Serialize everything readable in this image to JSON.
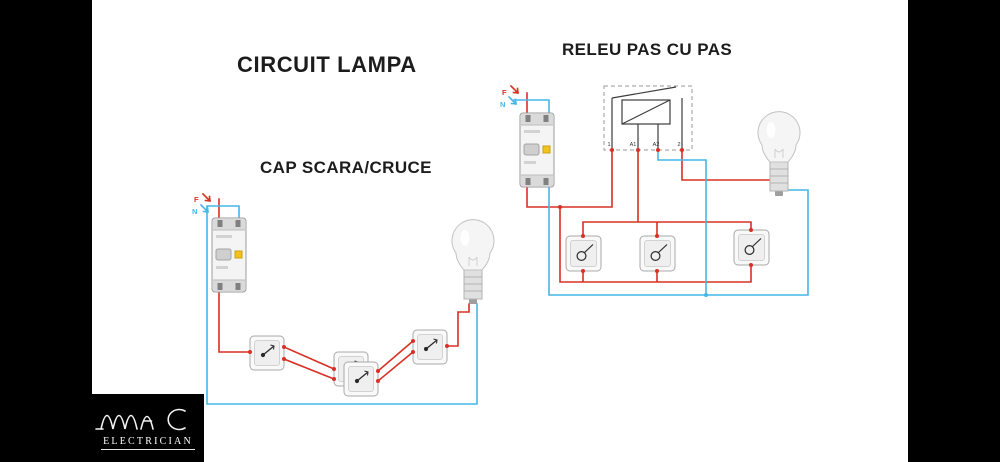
{
  "colors": {
    "background": "#000000",
    "panel": "#ffffff",
    "phase_wire_red": "#d93025",
    "neutral_wire_blue": "#45b6e8",
    "breaker_indicator_yellow": "#f2c21d"
  },
  "titles": {
    "left_main": "CIRCUIT LAMPA",
    "left_sub": "CAP SCARA/CRUCE",
    "right_main": "RELEU PAS CU PAS"
  },
  "left_circuit": {
    "phase_label": "F",
    "neutral_label": "N"
  },
  "right_circuit": {
    "phase_label": "F",
    "neutral_label": "N",
    "relay_terminal_labels": [
      "1",
      "A1",
      "A2",
      "2"
    ]
  },
  "logo": {
    "caption": "ELECTRICIAN"
  }
}
